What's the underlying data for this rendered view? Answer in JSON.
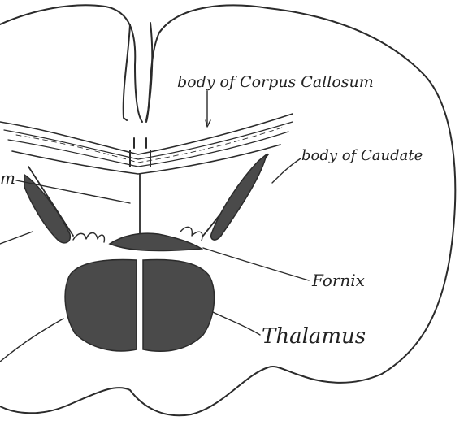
{
  "labels": {
    "corpus_callosum": "body of Corpus Callosum",
    "caudate": "body of Caudate",
    "fornix": "Fornix",
    "thalamus": "Thalamus",
    "cut_fragment": "m"
  },
  "colors": {
    "ink": "#2b2b2b",
    "fill_dark": "#4a4a4a",
    "background": "#ffffff"
  }
}
